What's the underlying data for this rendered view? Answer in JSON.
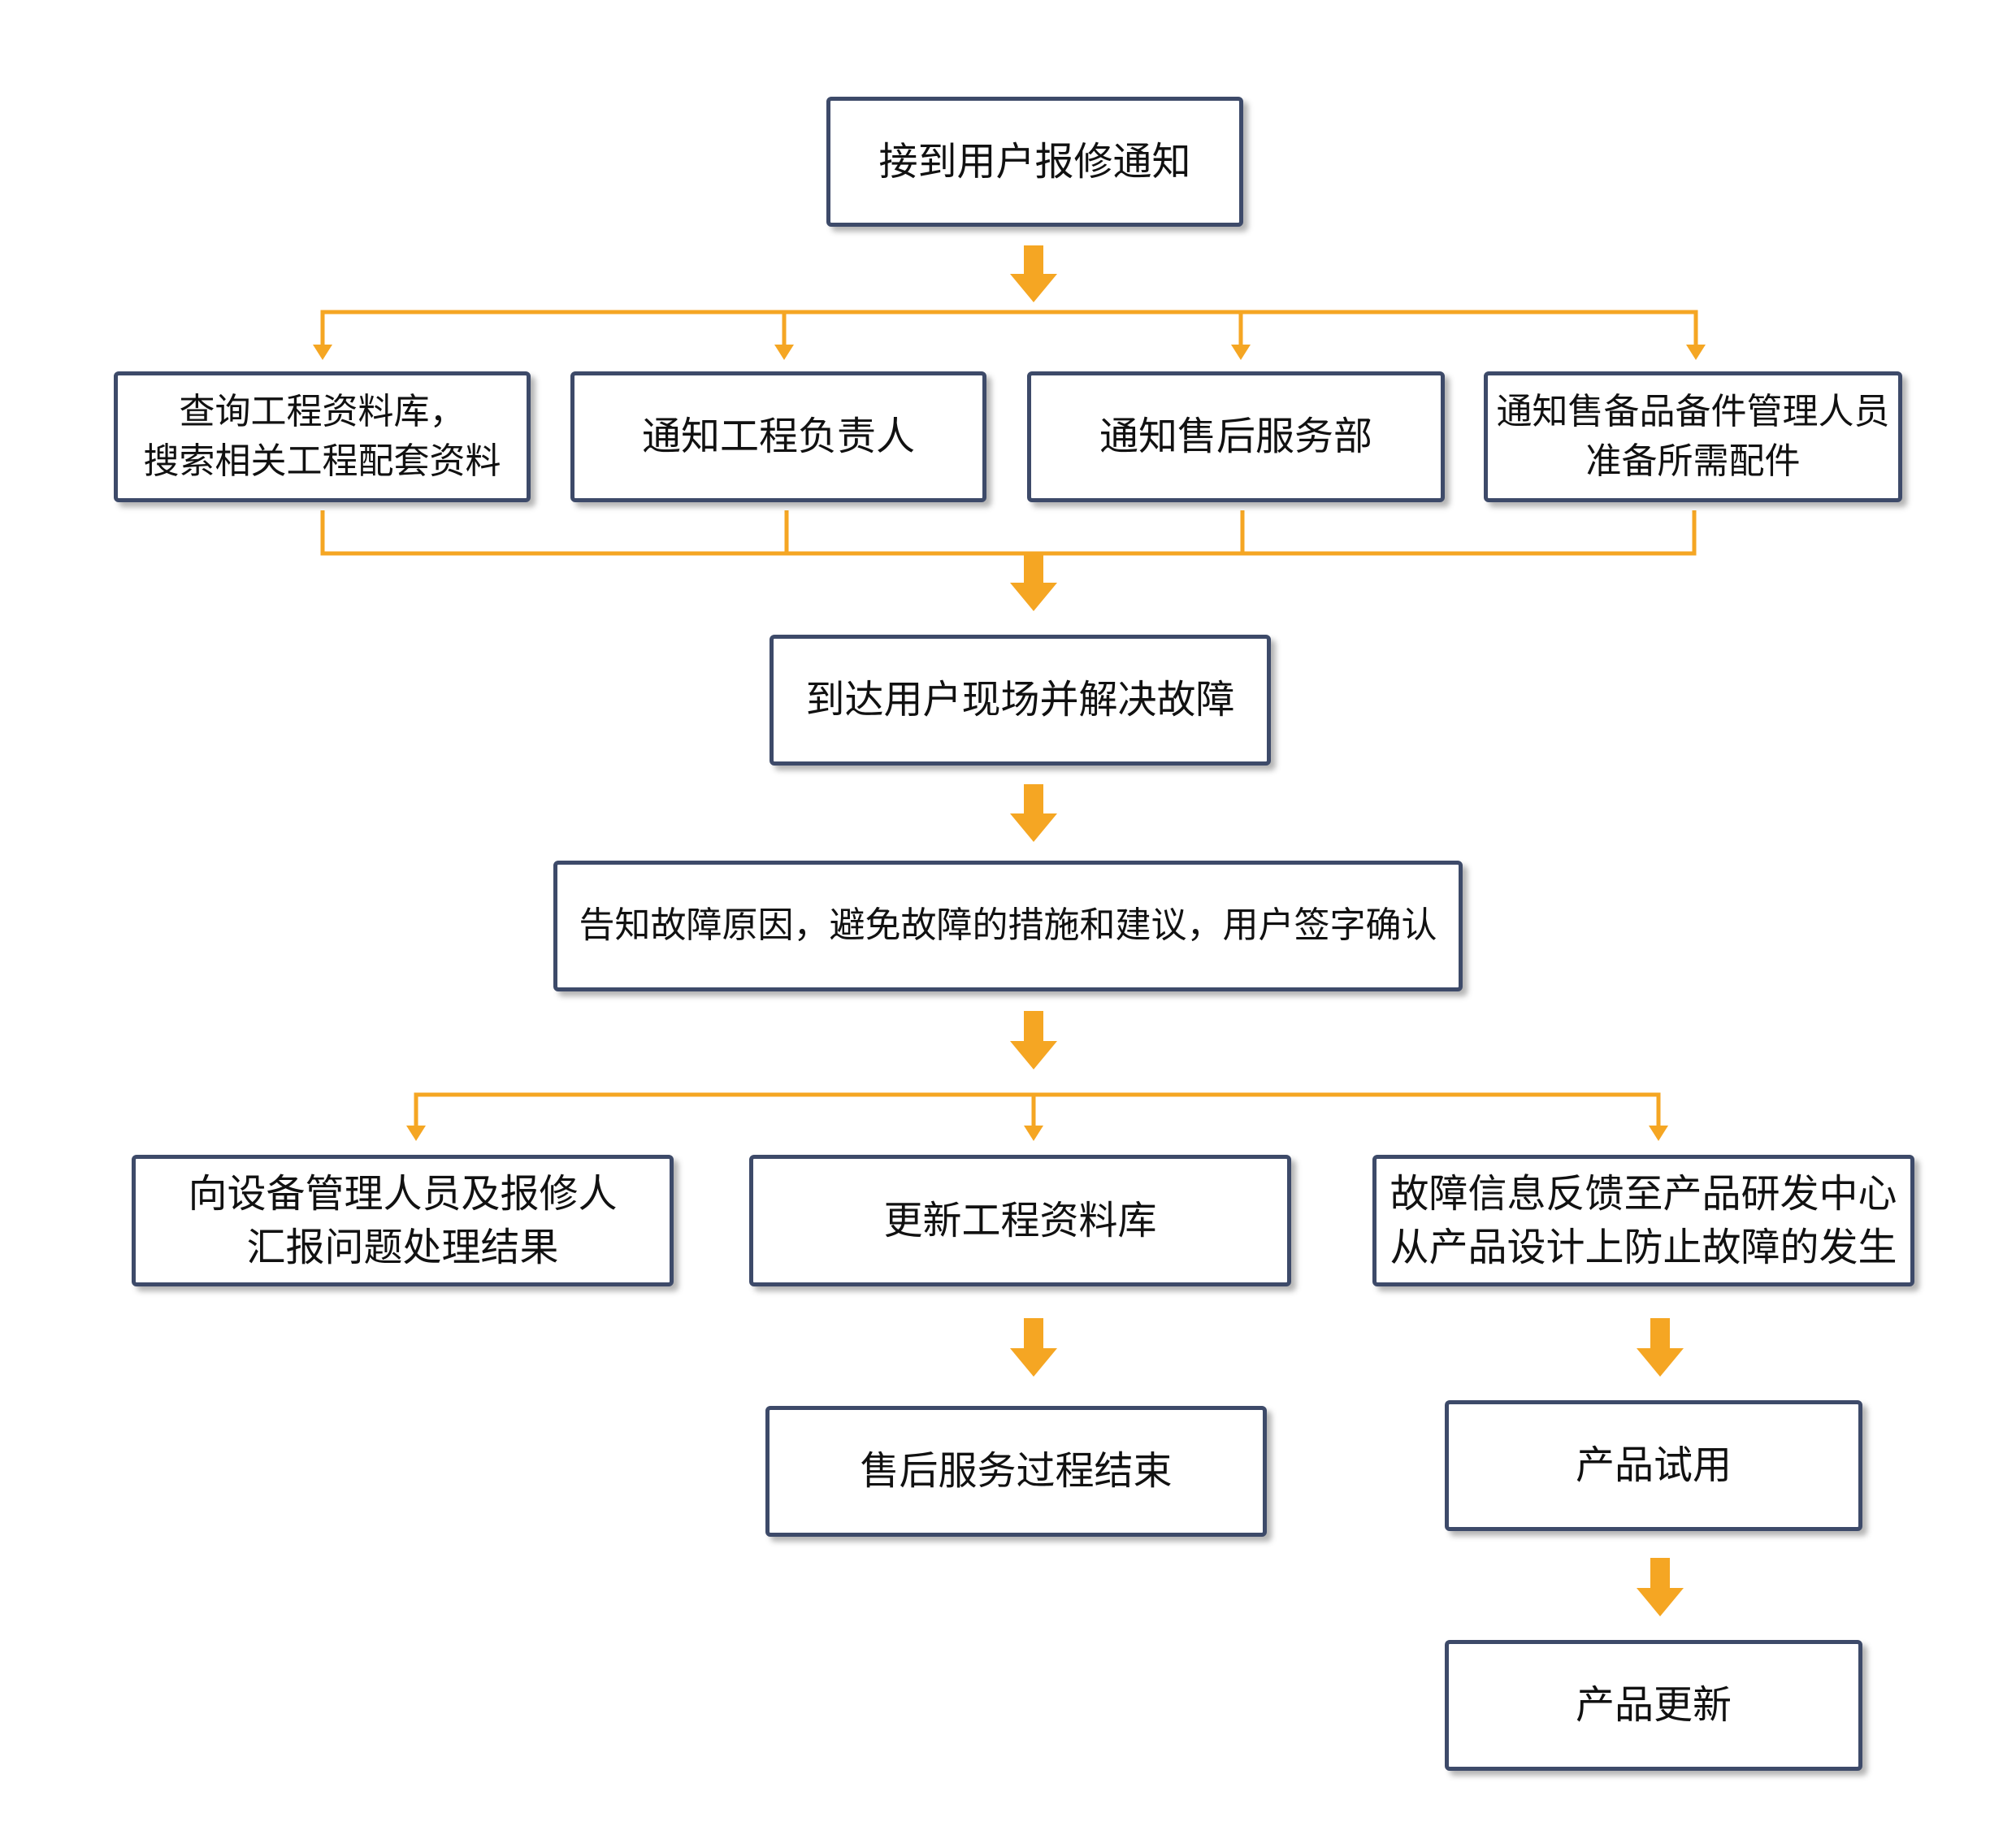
{
  "colors": {
    "connector": "#f5a623",
    "box_border": "#3d4a69",
    "text": "#111111"
  },
  "nodes": {
    "receive_notice": {
      "lines": [
        "接到用户报修通知"
      ]
    },
    "query_docs": {
      "lines": [
        "查询工程资料库，",
        "搜索相关工程配套资料"
      ]
    },
    "notify_engineer": {
      "lines": [
        "通知工程负责人"
      ]
    },
    "notify_aftersales": {
      "lines": [
        "通知售后服务部"
      ]
    },
    "notify_spares": {
      "lines": [
        "通知售备品备件管理人员",
        "准备所需配件"
      ]
    },
    "onsite_fix": {
      "lines": [
        "到达用户现场并解决故障"
      ]
    },
    "explain_cause": {
      "lines": [
        "告知故障原因，避免故障的措施和建议，用户签字确认"
      ]
    },
    "report_result": {
      "lines": [
        "向设备管理人员及报修人",
        "汇报问题处理结果"
      ]
    },
    "update_docs": {
      "lines": [
        "更新工程资料库"
      ]
    },
    "feedback_rd": {
      "lines": [
        "故障信息反馈至产品研发中心",
        "从产品设计上防止故障的发生"
      ]
    },
    "service_end": {
      "lines": [
        "售后服务过程结束"
      ]
    },
    "product_trial": {
      "lines": [
        "产品试用"
      ]
    },
    "product_update": {
      "lines": [
        "产品更新"
      ]
    }
  }
}
